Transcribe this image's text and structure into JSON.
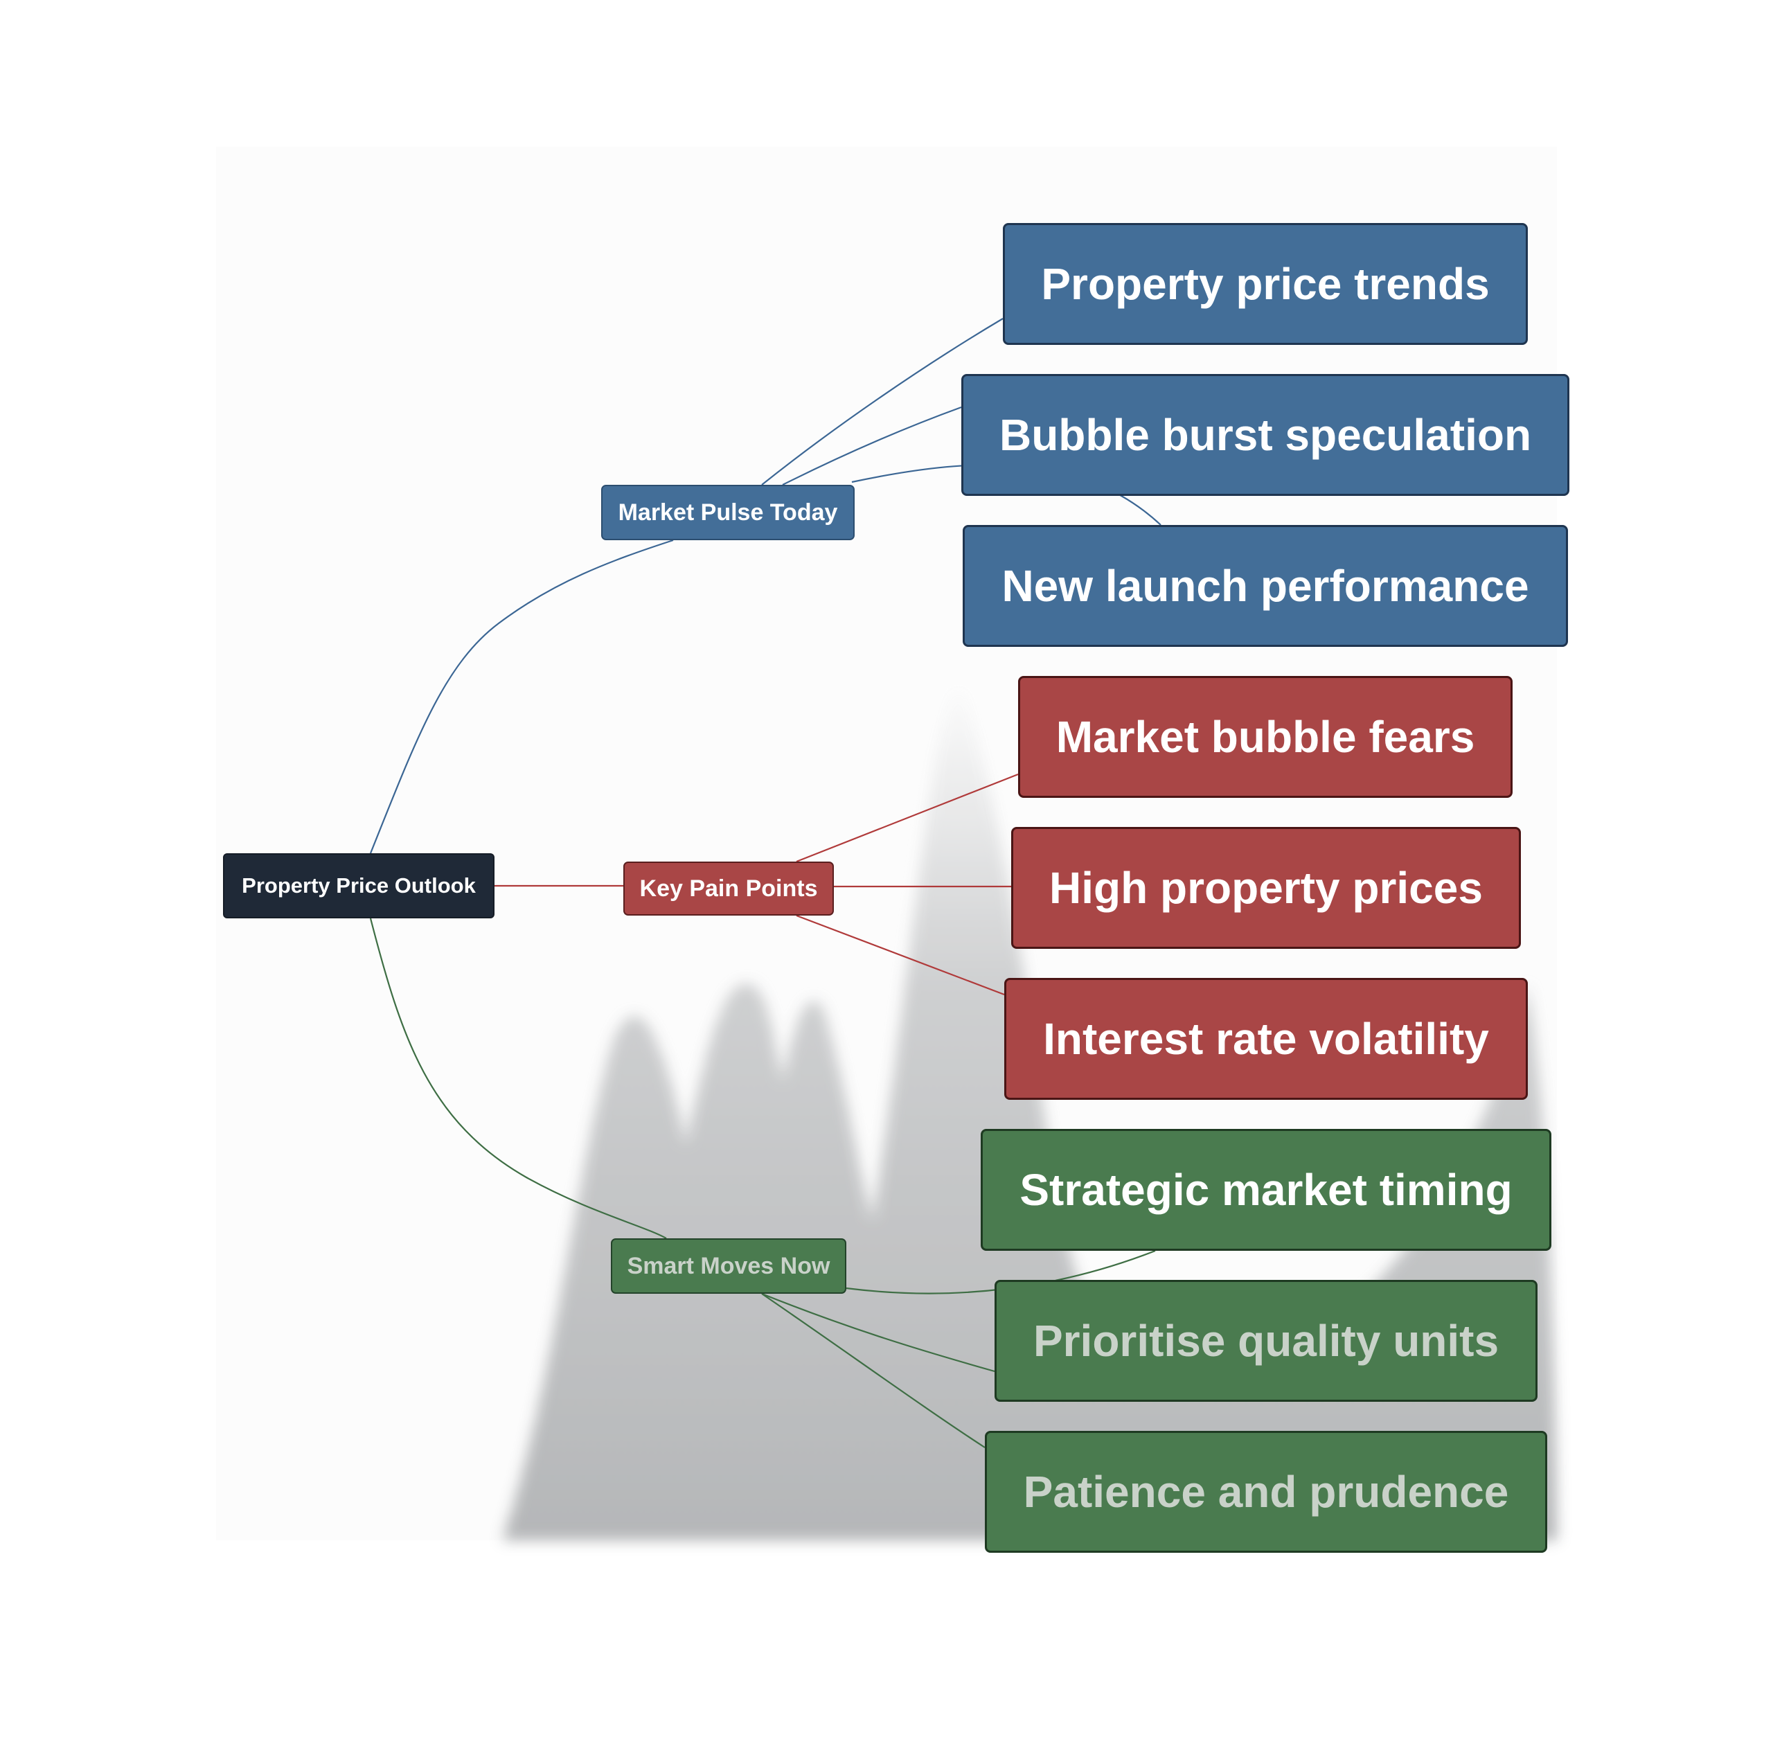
{
  "root": {
    "label": "Property Price Outlook"
  },
  "colors": {
    "root": "#1f2937",
    "blue": "#436e98",
    "red": "#a94646",
    "green": "#4a7b4f",
    "blue_line": "#3b6694",
    "red_line": "#b03a3a",
    "green_line": "#3e6e44"
  },
  "branches": [
    {
      "label": "Market Pulse Today",
      "color": "blue",
      "children": [
        {
          "label": "Property price trends"
        },
        {
          "label": "Bubble burst speculation"
        },
        {
          "label": "New launch performance"
        }
      ]
    },
    {
      "label": "Key Pain Points",
      "color": "red",
      "children": [
        {
          "label": "Market bubble fears"
        },
        {
          "label": "High property prices"
        },
        {
          "label": "Interest rate volatility"
        }
      ]
    },
    {
      "label": "Smart Moves Now",
      "color": "green",
      "children": [
        {
          "label": "Strategic market timing"
        },
        {
          "label": "Prioritise quality units"
        },
        {
          "label": "Patience and prudence"
        }
      ]
    }
  ]
}
